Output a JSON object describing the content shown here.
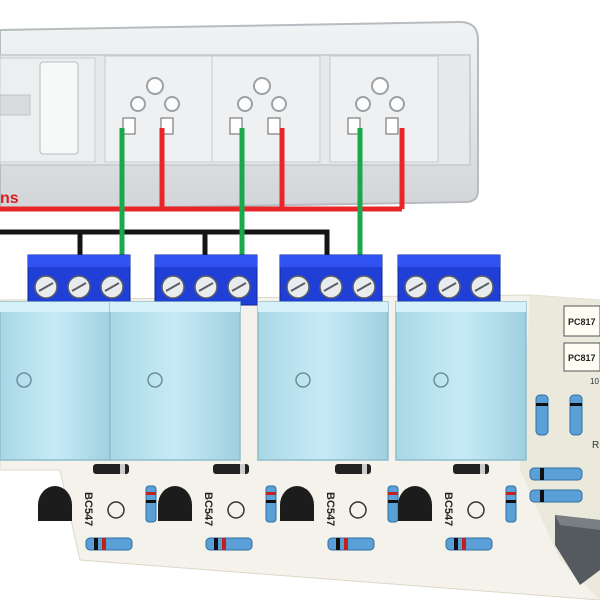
{
  "wiring": {
    "label": "ns"
  },
  "colors": {
    "neutral": "#e8262a",
    "live": "#151515",
    "switched": "#19a84a",
    "relay": "#bfe6f2",
    "terminal": "#1f3fd6",
    "pcb": "#f4f2ea"
  },
  "switchboard": {
    "socket_count": 3
  },
  "relays": [
    {
      "id": 1
    },
    {
      "id": 2
    },
    {
      "id": 3
    },
    {
      "id": 4
    }
  ],
  "transistors": [
    {
      "label": "BC547"
    },
    {
      "label": "BC547"
    },
    {
      "label": "BC547"
    },
    {
      "label": "BC547"
    }
  ],
  "optocouplers": [
    {
      "label": "PC817"
    },
    {
      "label": "PC817"
    }
  ],
  "pcb_text": {
    "right_edge": "R",
    "top_right_code": "10"
  }
}
